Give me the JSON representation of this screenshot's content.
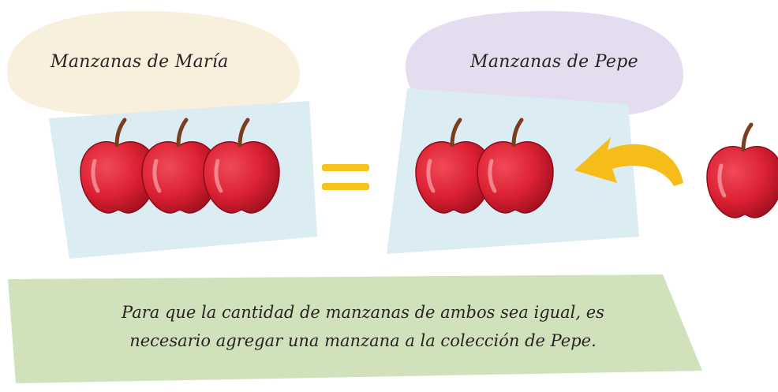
{
  "labels": {
    "maria": "Manzanas de María",
    "pepe": "Manzanas de Pepe"
  },
  "caption": {
    "line1": "Para que la cantidad de manzanas de ambos sea igual, es",
    "line2": "necesario agregar una manzana a la colección de Pepe."
  },
  "counts": {
    "maria_apples": 3,
    "pepe_apples": 2,
    "added_apples": 1
  },
  "colors": {
    "maria_bubble": "#f8efdd",
    "pepe_bubble": "#e4dcef",
    "box": "#dcecf3",
    "caption_box": "#cfe2bc",
    "equals": "#f7c21b",
    "arrow": "#f6bd1a",
    "apple": "#dc2133"
  }
}
